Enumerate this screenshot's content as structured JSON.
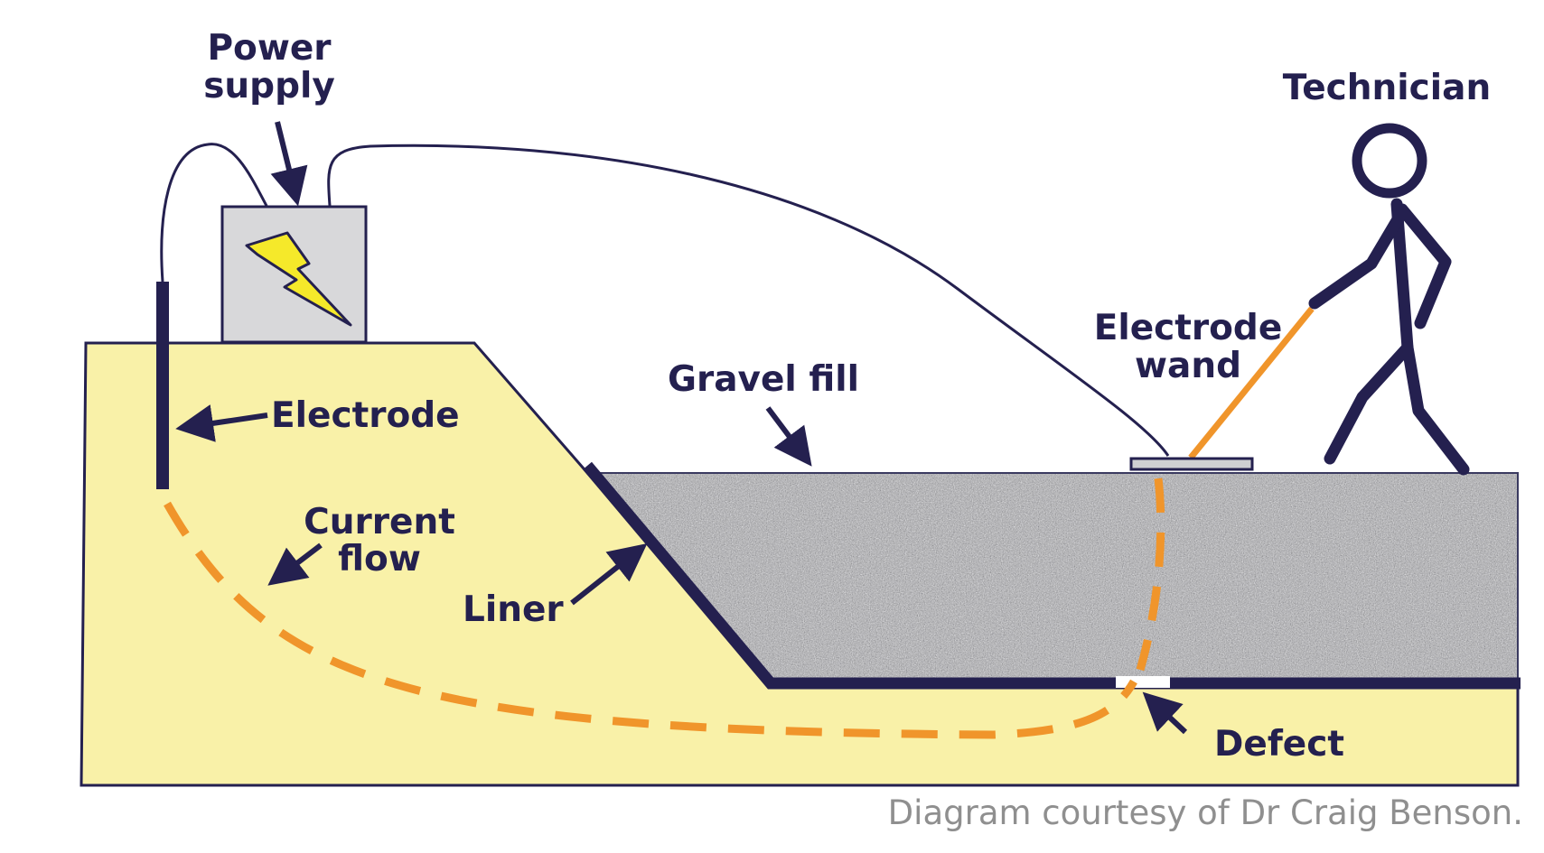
{
  "labels": {
    "power_supply_line1": "Power",
    "power_supply_line2": "supply",
    "technician": "Technician",
    "electrode_wand_line1": "Electrode",
    "electrode_wand_line2": "wand",
    "gravel_fill": "Gravel fill",
    "electrode": "Electrode",
    "current_flow_line1": "Current",
    "current_flow_line2": "flow",
    "liner": "Liner",
    "defect": "Defect"
  },
  "credit": "Diagram courtesy of Dr Craig Benson.",
  "colors": {
    "soil": "#f9f1a8",
    "gravel": "#a9a9ab",
    "navy": "#24204f",
    "current": "#f0952b",
    "power_box": "#d8d8da",
    "lightning": "#f5e92a",
    "credit": "#8f8f8f"
  },
  "icons": {
    "power_supply": "lightning-bolt-icon",
    "technician": "stick-figure-icon"
  }
}
